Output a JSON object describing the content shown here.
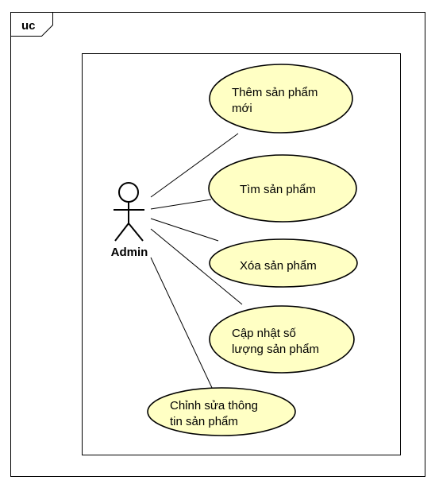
{
  "diagram": {
    "frame_label": "uc",
    "actor": {
      "name": "Admin"
    },
    "use_cases": [
      {
        "lines": [
          "Thêm sản phẩm",
          "mới"
        ]
      },
      {
        "lines": [
          "Tìm sản phẩm"
        ]
      },
      {
        "lines": [
          "Xóa sản phẩm"
        ]
      },
      {
        "lines": [
          "Cập nhật số",
          "lượng sản phẩm"
        ]
      },
      {
        "lines": [
          "Chỉnh sửa thông",
          "tin sản phẩm"
        ]
      }
    ],
    "colors": {
      "use_case_fill": "#ffffc4",
      "line": "#000000",
      "background": "#ffffff"
    }
  }
}
